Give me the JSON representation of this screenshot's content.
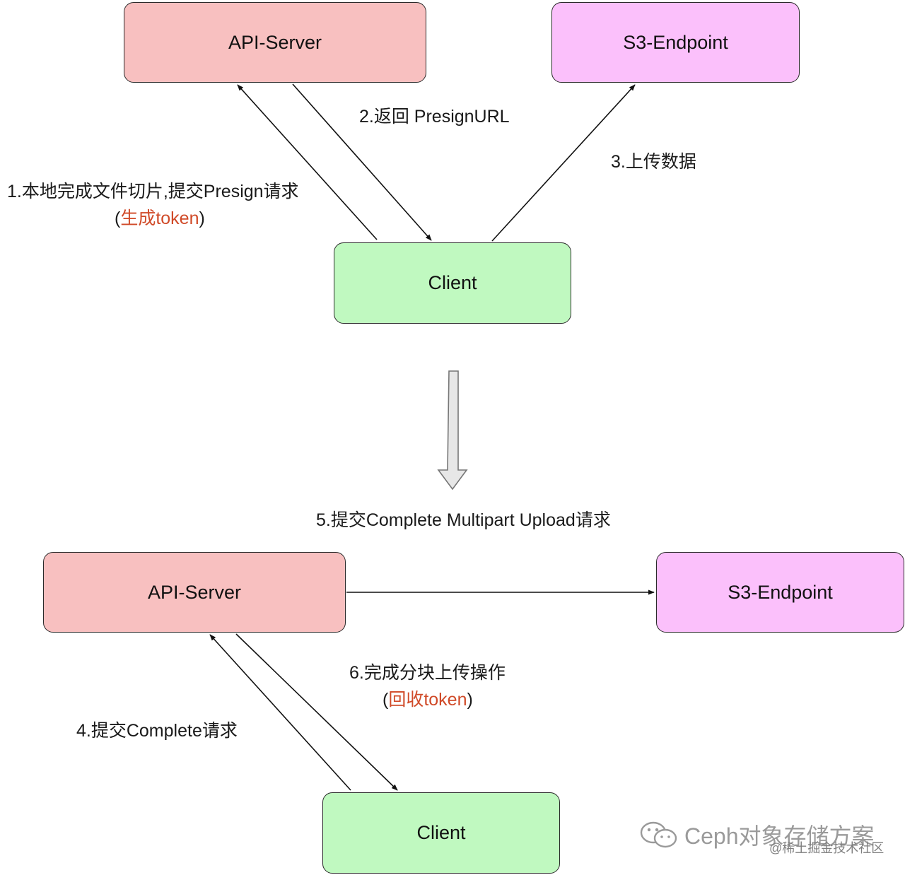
{
  "nodes": {
    "api_server_top": "API-Server",
    "s3_endpoint_top": "S3-Endpoint",
    "client_top": "Client",
    "api_server_bottom": "API-Server",
    "s3_endpoint_bottom": "S3-Endpoint",
    "client_bottom": "Client"
  },
  "edges": {
    "step1_line1": "1.本地完成文件切片,提交Presign请求",
    "step1_open": "(",
    "step1_highlight": "生成token",
    "step1_close": ")",
    "step2": "2.返回 PresignURL",
    "step3": "3.上传数据",
    "step4": "4.提交Complete请求",
    "step5": "5.提交Complete Multipart Upload请求",
    "step6_line1": "6.完成分块上传操作",
    "step6_open": "(",
    "step6_highlight": "回收token",
    "step6_close": ")"
  },
  "watermark": {
    "main": "Ceph对象存储方案",
    "sub": "@稀土掘金技术社区",
    "icon": "wechat-icon"
  },
  "colors": {
    "api_server_fill": "#f8c0c0",
    "s3_endpoint_fill": "#fbc0fb",
    "client_fill": "#c0f9c0",
    "highlight_text": "#d04a28"
  }
}
